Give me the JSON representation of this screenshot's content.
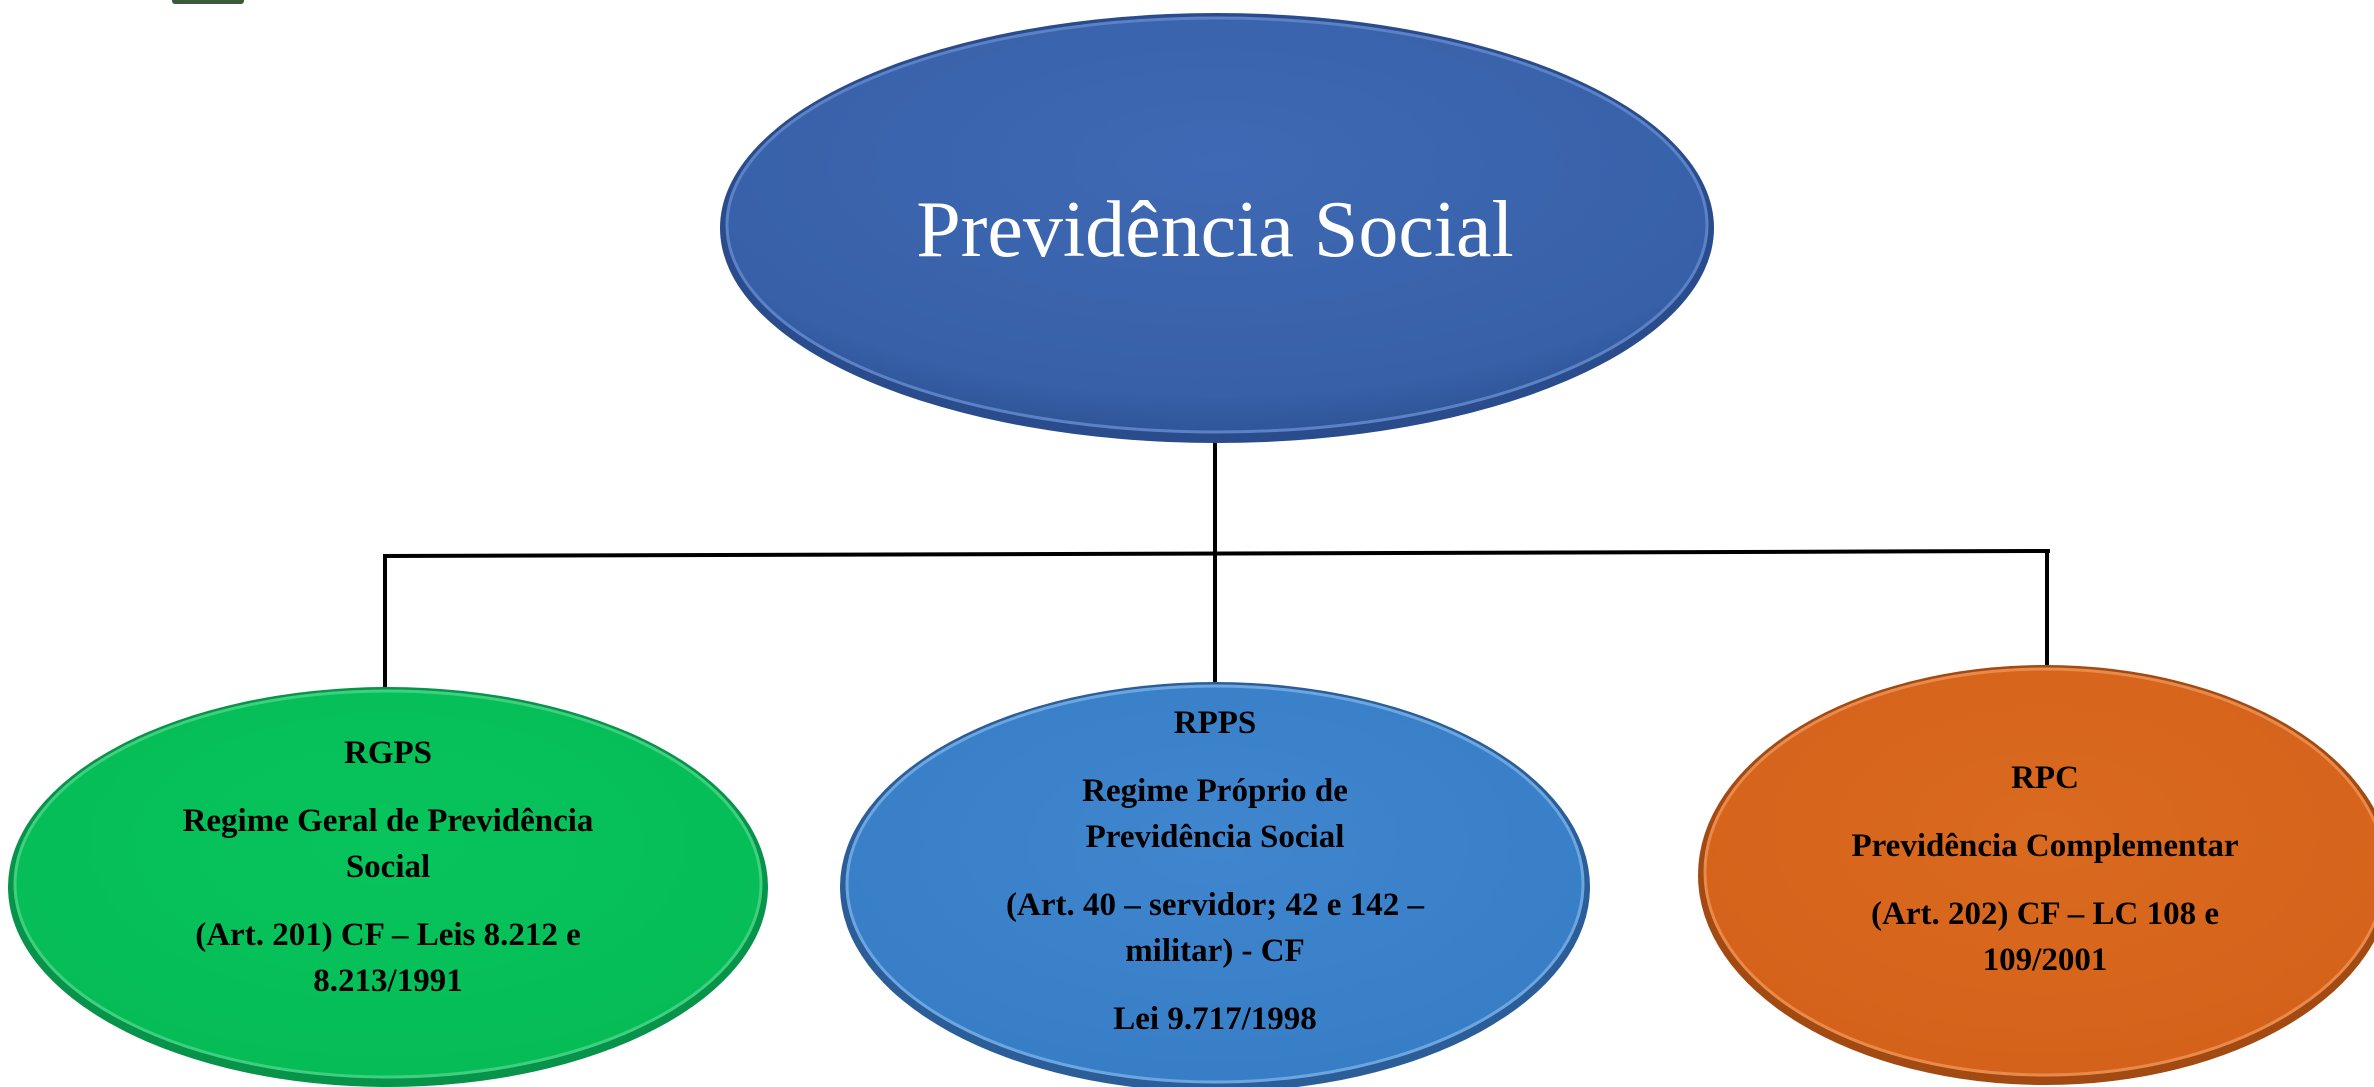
{
  "root": {
    "title": "Previdência Social",
    "color": "#3960A8"
  },
  "branches": [
    {
      "acronym": "RGPS",
      "name_line1": "Regime Geral de Previdência",
      "name_line2": "Social",
      "law_line1": "(Art. 201) CF – Leis 8.212 e",
      "law_line2": "8.213/1991",
      "color": "#06BC57"
    },
    {
      "acronym": "RPPS",
      "name_line1": "Regime Próprio de",
      "name_line2": "Previdência Social",
      "law_line1": "(Art. 40 – servidor; 42 e 142 –",
      "law_line2": "militar) - CF",
      "law_line3": "Lei 9.717/1998",
      "color": "#3A7FC8"
    },
    {
      "acronym": "RPC",
      "name_line1": "Previdência Complementar",
      "law_line1": "(Art. 202) CF – LC 108 e",
      "law_line2": "109/2001",
      "color": "#D5621A"
    }
  ]
}
